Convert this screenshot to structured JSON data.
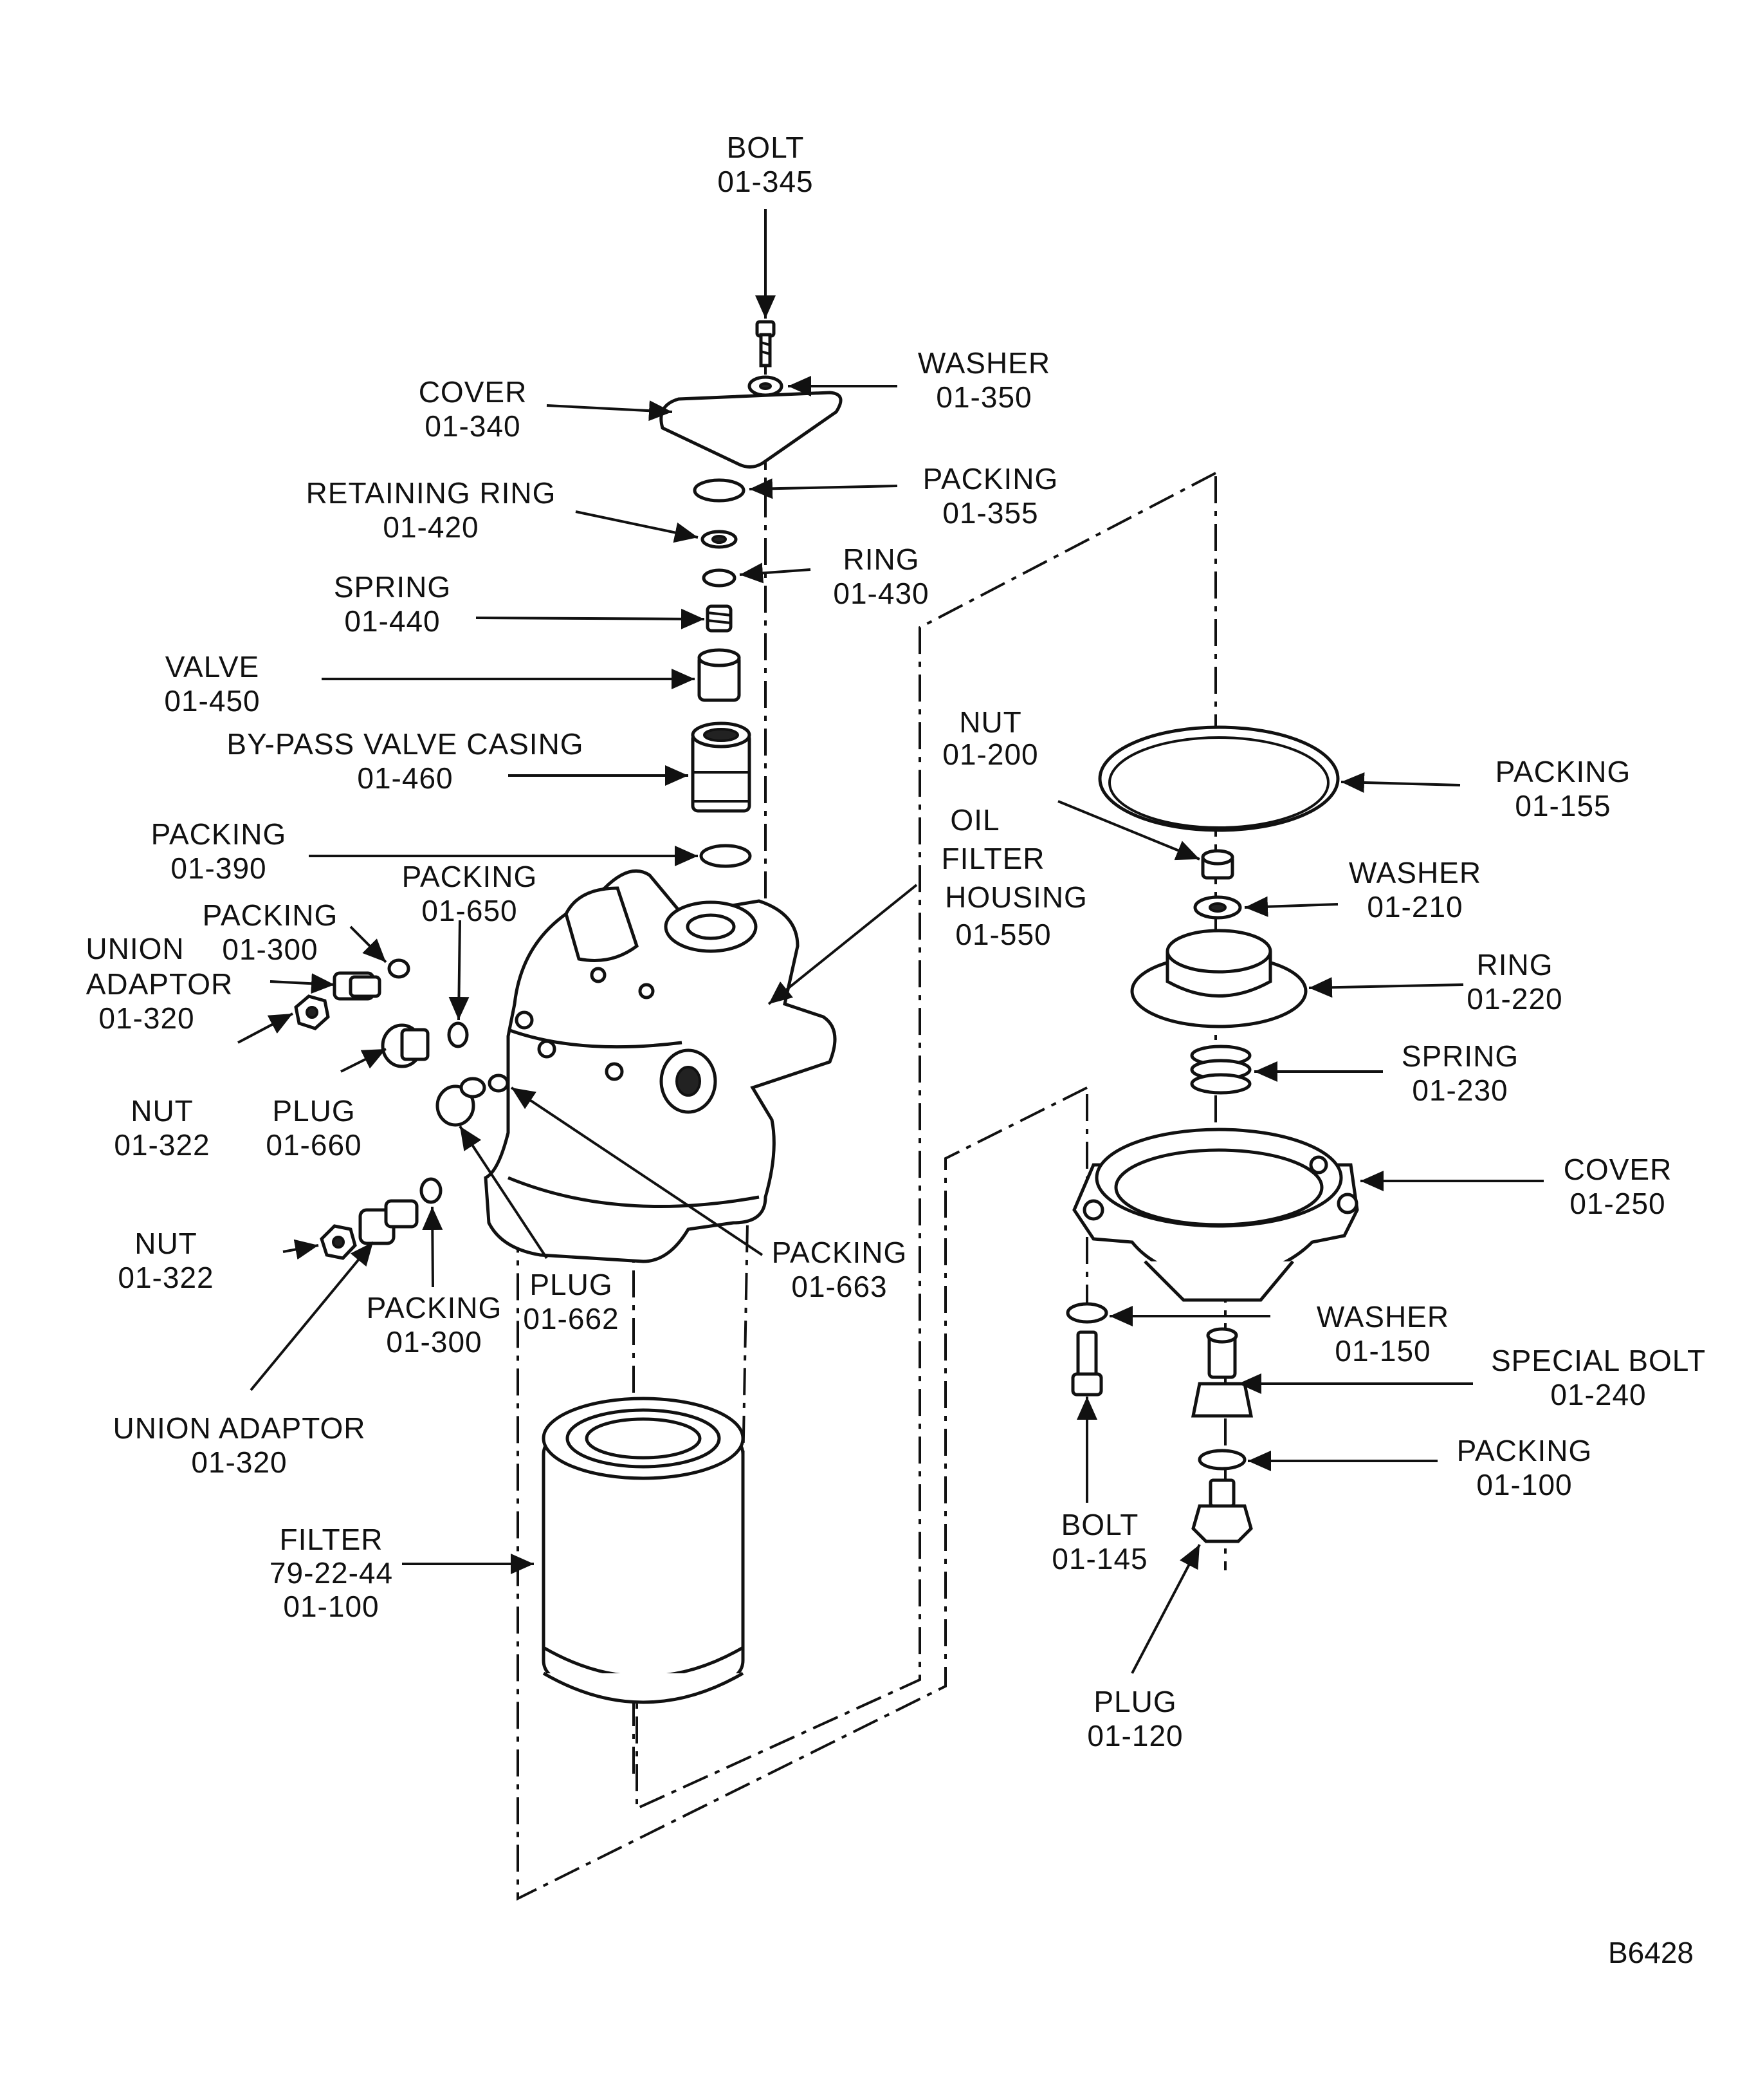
{
  "drawing_code": "B6428",
  "callouts": [
    {
      "id": "bolt-345",
      "name": "BOLT",
      "number": "01-345"
    },
    {
      "id": "washer-350",
      "name": "WASHER",
      "number": "01-350"
    },
    {
      "id": "cover-340",
      "name": "COVER",
      "number": "01-340"
    },
    {
      "id": "packing-355",
      "name": "PACKING",
      "number": "01-355"
    },
    {
      "id": "retaining-ring-420",
      "name": "RETAINING RING",
      "number": "01-420"
    },
    {
      "id": "ring-430",
      "name": "RING",
      "number": "01-430"
    },
    {
      "id": "spring-440",
      "name": "SPRING",
      "number": "01-440"
    },
    {
      "id": "valve-450",
      "name": "VALVE",
      "number": "01-450"
    },
    {
      "id": "bypass-valve-casing-460",
      "name": "BY-PASS VALVE CASING",
      "number": "01-460"
    },
    {
      "id": "packing-390",
      "name": "PACKING",
      "number": "01-390"
    },
    {
      "id": "packing-650",
      "name": "PACKING",
      "number": "01-650"
    },
    {
      "id": "packing-300-upper",
      "name": "PACKING",
      "number": "01-300"
    },
    {
      "id": "union-adaptor-320-upper",
      "name": "UNION ADAPTOR",
      "number": "01-320"
    },
    {
      "id": "nut-322-upper",
      "name": "NUT",
      "number": "01-322"
    },
    {
      "id": "plug-660",
      "name": "PLUG",
      "number": "01-660"
    },
    {
      "id": "oil-filter-housing-550",
      "name": "OIL FILTER HOUSING",
      "number": "01-550"
    },
    {
      "id": "nut-200",
      "name": "NUT",
      "number": "01-200"
    },
    {
      "id": "packing-155",
      "name": "PACKING",
      "number": "01-155"
    },
    {
      "id": "washer-210",
      "name": "WASHER",
      "number": "01-210"
    },
    {
      "id": "ring-220",
      "name": "RING",
      "number": "01-220"
    },
    {
      "id": "spring-230",
      "name": "SPRING",
      "number": "01-230"
    },
    {
      "id": "cover-250",
      "name": "COVER",
      "number": "01-250"
    },
    {
      "id": "nut-322-lower",
      "name": "NUT",
      "number": "01-322"
    },
    {
      "id": "packing-663",
      "name": "PACKING",
      "number": "01-663"
    },
    {
      "id": "plug-662",
      "name": "PLUG",
      "number": "01-662"
    },
    {
      "id": "packing-300-lower",
      "name": "PACKING",
      "number": "01-300"
    },
    {
      "id": "union-adaptor-320-lower",
      "name": "UNION ADAPTOR",
      "number": "01-320"
    },
    {
      "id": "washer-150",
      "name": "WASHER",
      "number": "01-150"
    },
    {
      "id": "special-bolt-240",
      "name": "SPECIAL BOLT",
      "number": "01-240"
    },
    {
      "id": "packing-100",
      "name": "PACKING",
      "number": "01-100"
    },
    {
      "id": "bolt-145",
      "name": "BOLT",
      "number": "01-145"
    },
    {
      "id": "filter-100",
      "name": "FILTER",
      "number": "79-22-44",
      "number2": "01-100"
    },
    {
      "id": "plug-120",
      "name": "PLUG",
      "number": "01-120"
    }
  ]
}
